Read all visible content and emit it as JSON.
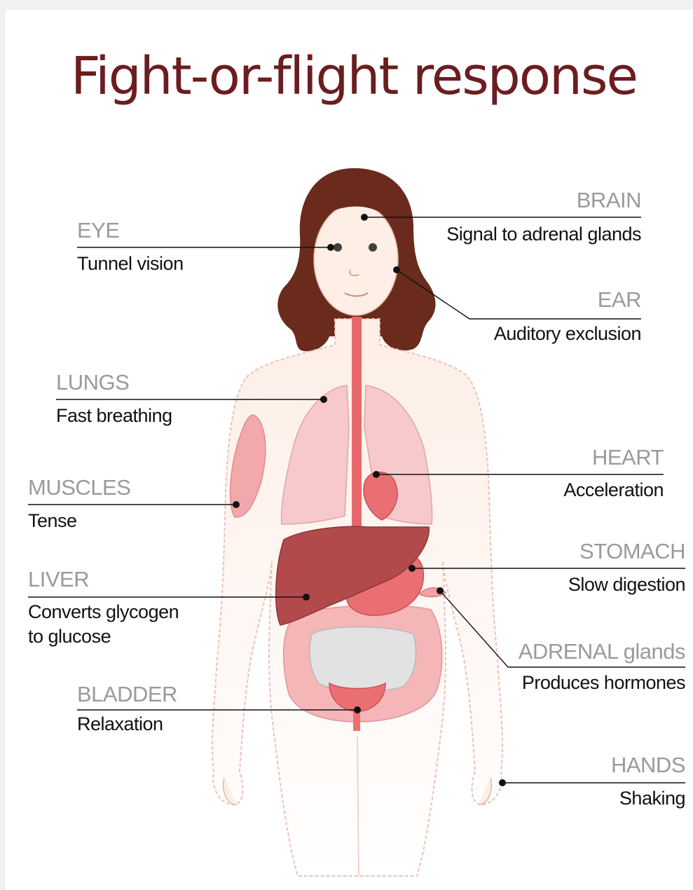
{
  "title": "Fight-or-flight response",
  "colors": {
    "title": "#6b1d1f",
    "organ_label": "#9a9a9a",
    "description": "#111111",
    "skin": "#fdeee6",
    "hair": "#6a2a1c",
    "lungs": "#f7c9cc",
    "liver": "#b24a4c",
    "stomach": "#ea6f72",
    "intestines": "#f5b6b8",
    "esophagus": "#e8676b"
  },
  "labels": {
    "eye": {
      "organ": "EYE",
      "effect": "Tunnel vision"
    },
    "brain": {
      "organ": "BRAIN",
      "effect": "Signal to adrenal glands"
    },
    "ear": {
      "organ": "EAR",
      "effect": "Auditory exclusion"
    },
    "lungs": {
      "organ": "LUNGS",
      "effect": "Fast breathing"
    },
    "heart": {
      "organ": "HEART",
      "effect": "Acceleration"
    },
    "muscles": {
      "organ": "MUSCLES",
      "effect": "Tense"
    },
    "stomach": {
      "organ": "STOMACH",
      "effect": "Slow digestion"
    },
    "liver": {
      "organ": "LIVER",
      "effect": "Converts glycogen",
      "effect_line2": "to glucose"
    },
    "adrenal": {
      "organ": "ADRENAL glands",
      "effect": "Produces hormones"
    },
    "bladder": {
      "organ": "BLADDER",
      "effect": "Relaxation"
    },
    "hands": {
      "organ": "HANDS",
      "effect": "Shaking"
    }
  }
}
